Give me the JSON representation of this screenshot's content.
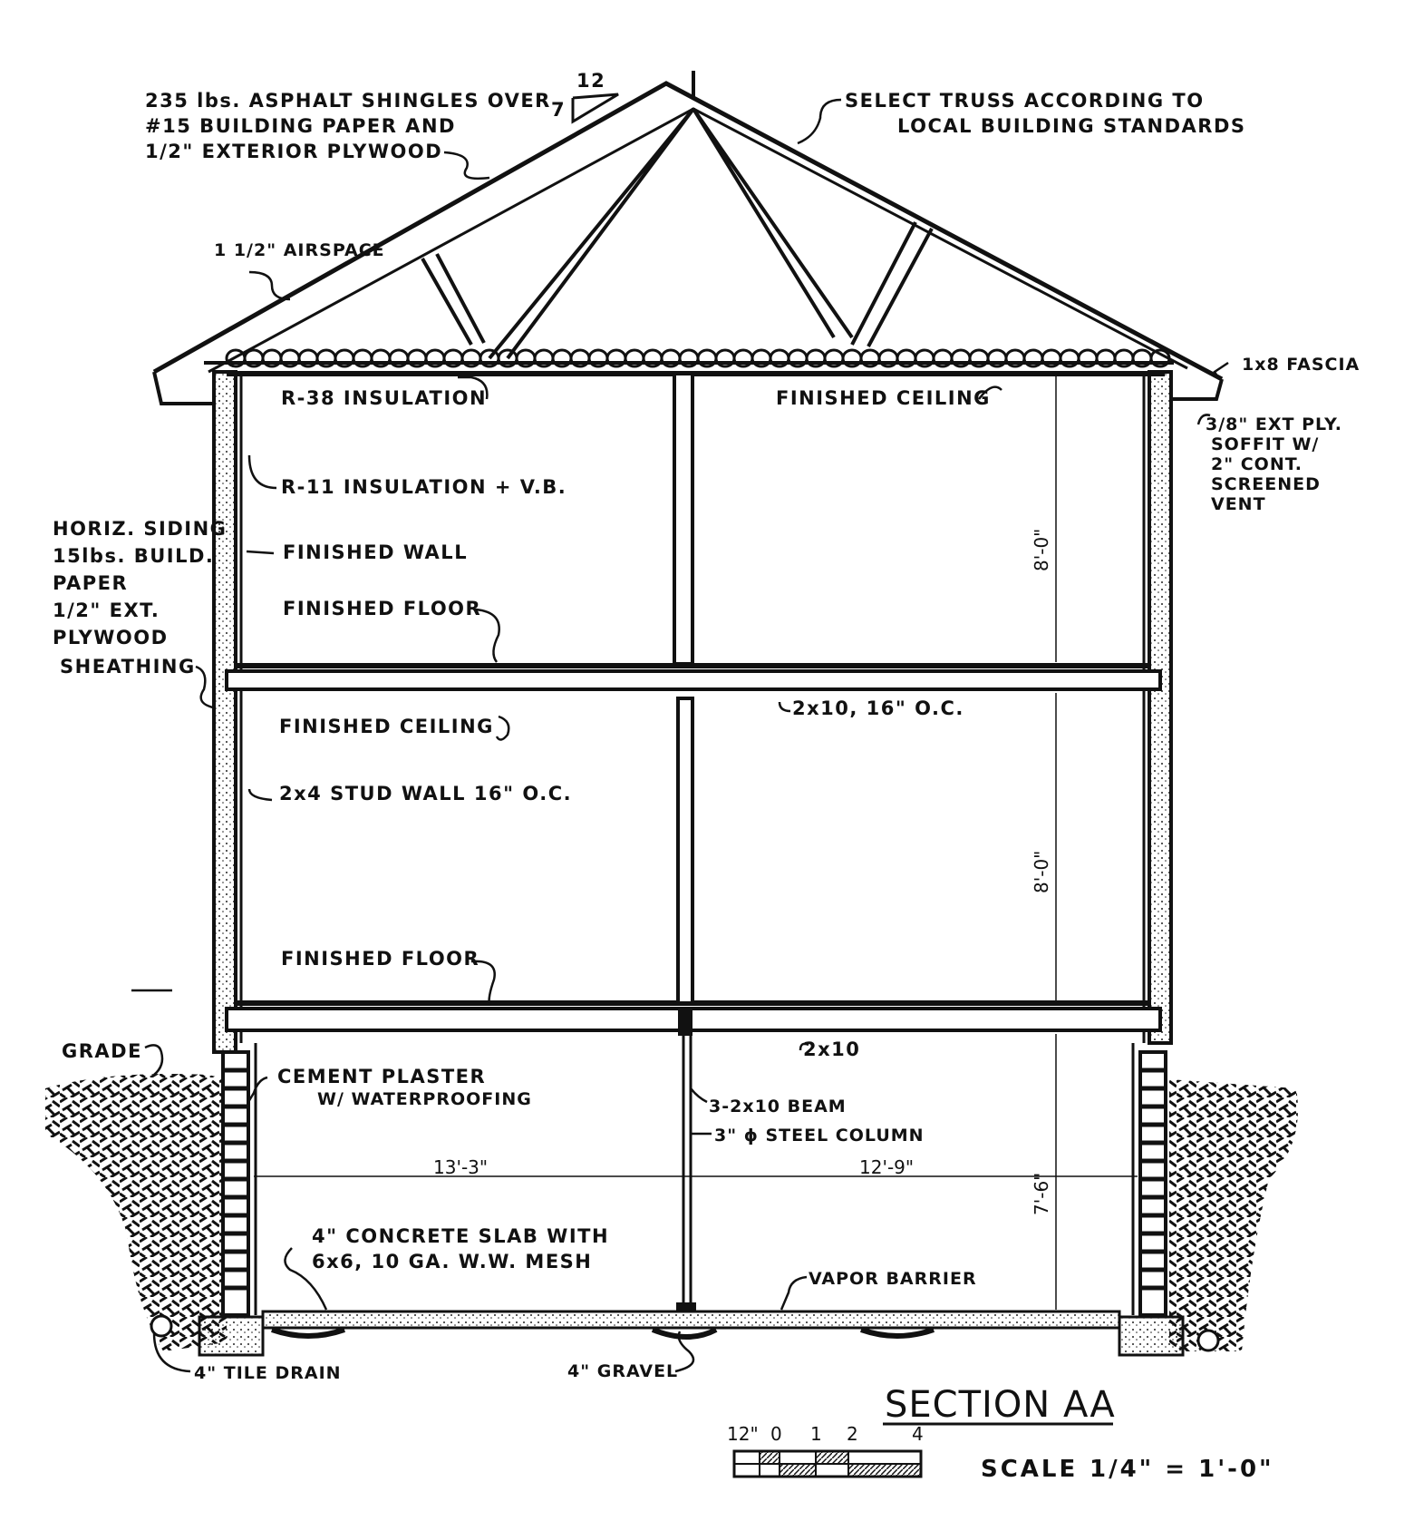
{
  "labels": {
    "shingles": [
      "235 lbs. ASPHALT SHINGLES OVER",
      "#15 BUILDING PAPER AND",
      "1/2\" EXTERIOR PLYWOOD"
    ],
    "slope_run": "12",
    "slope_rise": "7",
    "truss": [
      "SELECT TRUSS ACCORDING TO",
      "LOCAL BUILDING STANDARDS"
    ],
    "airspace": "1 1/2\" AIRSPACE",
    "fascia": "1x8 FASCIA",
    "soffit": [
      "3/8\" EXT PLY.",
      "SOFFIT W/",
      "2\" CONT.",
      "SCREENED",
      "VENT"
    ],
    "r38": "R-38 INSULATION",
    "finished_ceiling_upper": "FINISHED CEILING",
    "r11": "R-11 INSULATION + V.B.",
    "siding": [
      "HORIZ. SIDING",
      "15lbs. BUILD.",
      "PAPER",
      "1/2\" EXT.",
      "PLYWOOD",
      "SHEATHING"
    ],
    "finished_wall": "FINISHED WALL",
    "finished_floor_upper": "FINISHED FLOOR",
    "joist_upper": "2x10, 16\" O.C.",
    "finished_ceiling_lower": "FINISHED CEILING",
    "stud_wall": "2x4 STUD WALL 16\" O.C.",
    "finished_floor_lower": "FINISHED FLOOR",
    "joist_lower": "2x10",
    "grade": "GRADE",
    "plaster": [
      "CEMENT PLASTER",
      "W/ WATERPROOFING"
    ],
    "beam": "3-2x10 BEAM",
    "column": "3\" ϕ STEEL COLUMN",
    "slab": [
      "4\" CONCRETE SLAB WITH",
      "6x6, 10 GA. W.W. MESH"
    ],
    "vapor": "VAPOR BARRIER",
    "tile_drain": "4\" TILE DRAIN",
    "gravel": "4\" GRAVEL"
  },
  "dimensions": {
    "upper_height": "8'-0\"",
    "main_height": "8'-0\"",
    "basement_height": "7'-6\"",
    "left_span": "13'-3\"",
    "right_span": "12'-9\""
  },
  "title": "SECTION AA",
  "scale": {
    "label": "SCALE",
    "value": "1/4\" = 1'-0\"",
    "ticks": [
      "12\"",
      "0",
      "1",
      "2",
      "4"
    ]
  }
}
